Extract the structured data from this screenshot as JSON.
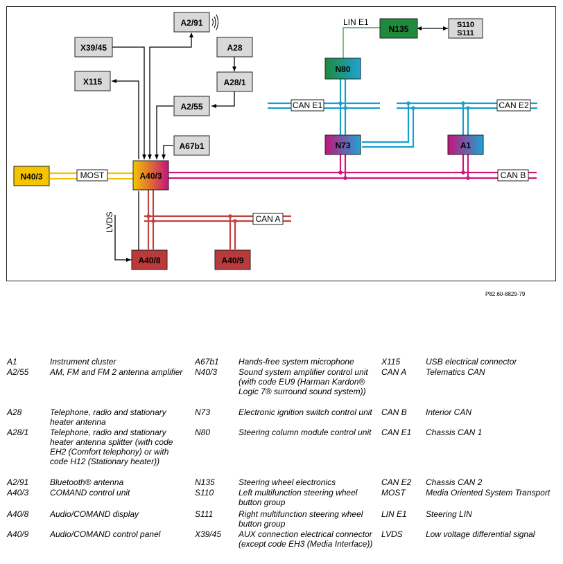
{
  "part_number": "P82.60-8829-79",
  "components": {
    "a291": "A2/91",
    "x3945": "X39/45",
    "a28": "A28",
    "x115": "X115",
    "a281": "A28/1",
    "a255": "A2/55",
    "a67b1": "A67b1",
    "n403": "N40/3",
    "a403": "A40/3",
    "a408": "A40/8",
    "a409": "A40/9",
    "n135": "N135",
    "s110": "S110",
    "s111": "S111",
    "n80": "N80",
    "n73": "N73",
    "a1": "A1"
  },
  "bus_labels": {
    "lin_e1": "LIN E1",
    "can_e1": "CAN E1",
    "can_e2": "CAN E2",
    "can_b": "CAN B",
    "can_a": "CAN A",
    "most": "MOST",
    "lvds": "LVDS"
  },
  "colors": {
    "most": "#f2c200",
    "can_b": "#d0157a",
    "can_a": "#c0413f",
    "can_e": "#1a9fcb",
    "lin": "#2e8b3a",
    "gray_box": "#d9d9d9",
    "n403_fill": "#f5c400",
    "a408_fill": "#b93a3a",
    "n135_fill": "#1e8a3c"
  },
  "legend": {
    "col1": [
      {
        "code": "A1",
        "desc": "Instrument cluster"
      },
      {
        "code": "A2/55",
        "desc": "AM, FM and FM 2 antenna amplifier"
      },
      {
        "code": "A28",
        "desc": "Telephone, radio and stationary heater antenna"
      },
      {
        "code": "A28/1",
        "desc": "Telephone, radio and stationary heater antenna splitter (with code EH2 (Comfort telephony) or with code H12 (Stationary heater))"
      },
      {
        "code": "A2/91",
        "desc": "Bluetooth® antenna"
      },
      {
        "code": "A40/3",
        "desc": "COMAND control unit"
      },
      {
        "code": "A40/8",
        "desc": "Audio/COMAND display"
      },
      {
        "code": "A40/9",
        "desc": "Audio/COMAND control panel"
      }
    ],
    "col2": [
      {
        "code": "A67b1",
        "desc": "Hands-free system microphone"
      },
      {
        "code": "N40/3",
        "desc": "Sound system amplifier control unit (with code EU9 (Harman Kardon® Logic 7® surround sound system))"
      },
      {
        "code": "N73",
        "desc": "Electronic ignition switch control unit"
      },
      {
        "code": "N80",
        "desc": "Steering column module control unit"
      },
      {
        "code": "N135",
        "desc": "Steering wheel electronics"
      },
      {
        "code": "S110",
        "desc": "Left multifunction steering wheel button group"
      },
      {
        "code": "S111",
        "desc": "Right multifunction steering wheel button group"
      },
      {
        "code": "X39/45",
        "desc": "AUX connection electrical connector (except code EH3 (Media Interface))"
      }
    ],
    "col3": [
      {
        "code": "X115",
        "desc": "USB electrical connector"
      },
      {
        "code": "CAN A",
        "desc": "Telematics CAN"
      },
      {
        "code": "CAN B",
        "desc": "Interior CAN"
      },
      {
        "code": "CAN E1",
        "desc": "Chassis CAN 1"
      },
      {
        "code": "CAN E2",
        "desc": "Chassis CAN 2"
      },
      {
        "code": "MOST",
        "desc": "Media Oriented System Transport"
      },
      {
        "code": "LIN E1",
        "desc": "Steering LIN"
      },
      {
        "code": "LVDS",
        "desc": "Low voltage differential signal"
      }
    ]
  }
}
